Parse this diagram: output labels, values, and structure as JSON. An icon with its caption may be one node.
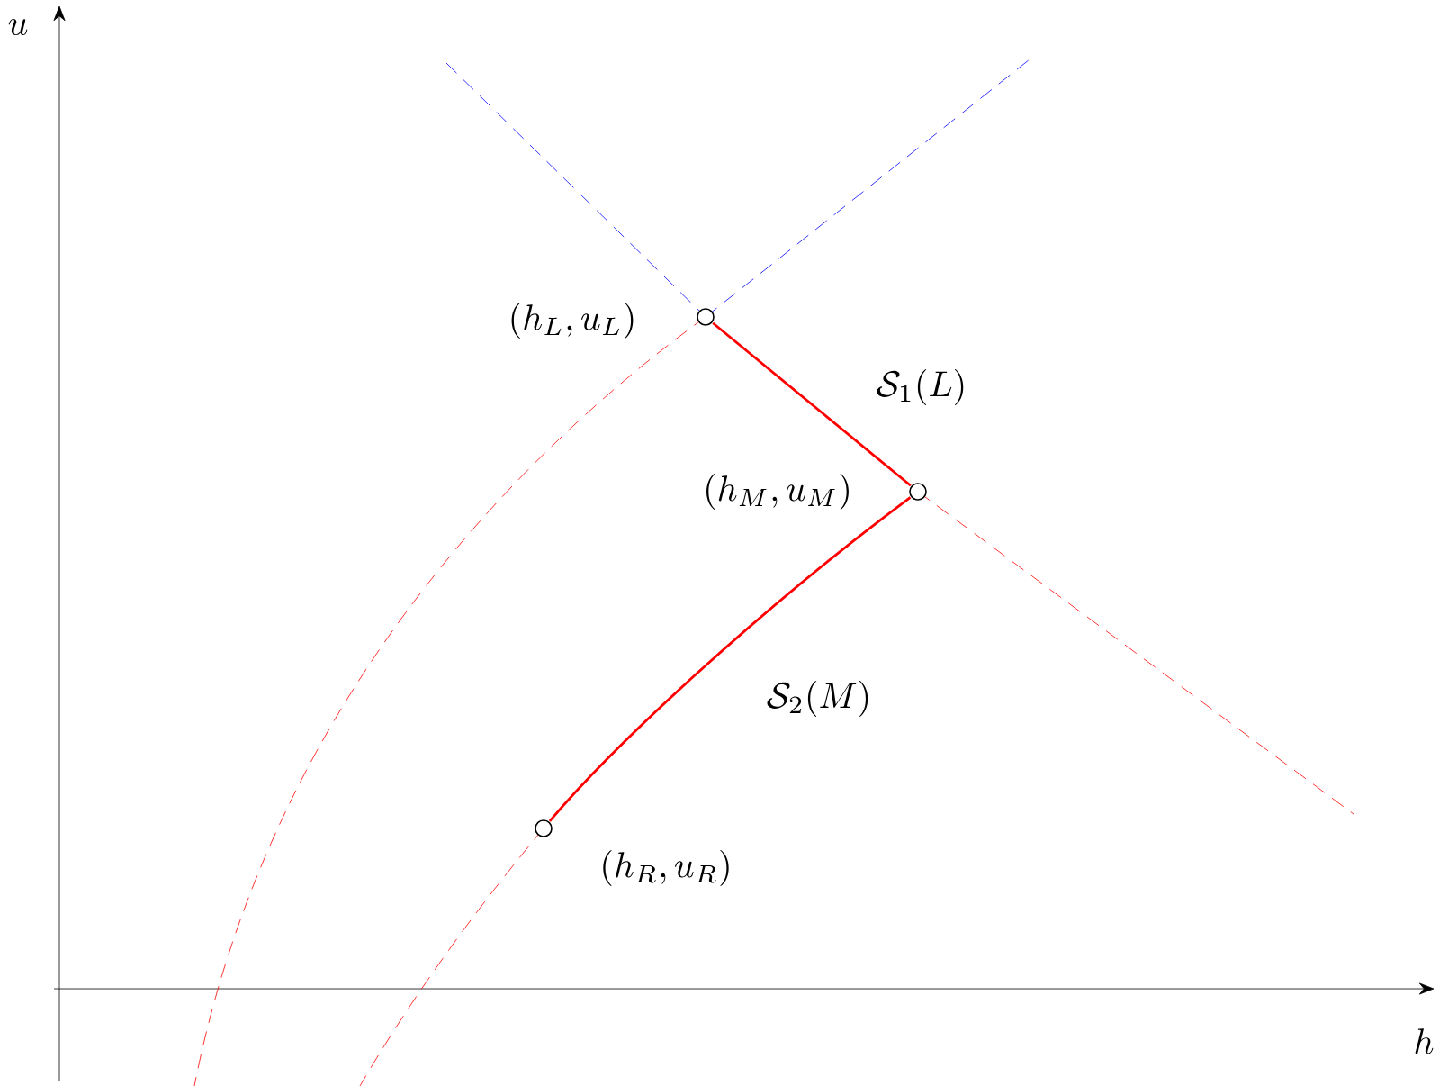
{
  "diagram": {
    "nodes": [
      {
        "text": [],
        "shape": "circle",
        "beside": [
          "(h_L,u_L)"
        ]
      },
      {
        "text": [],
        "shape": "circle",
        "beside": [
          "(h_M,u_M)"
        ]
      },
      {
        "text": [],
        "shape": "circle",
        "beside": [
          "(h_R,u_R)"
        ]
      }
    ],
    "edges": [
      {
        "from": 0,
        "to": 1,
        "arrow": "none",
        "label": "\\mathcal{S}_1(L)"
      },
      {
        "from": 1,
        "to": 2,
        "arrow": "none",
        "label": "\\mathcal{S}_2(M)"
      }
    ],
    "labels": [
      "u",
      "h"
    ]
  }
}
